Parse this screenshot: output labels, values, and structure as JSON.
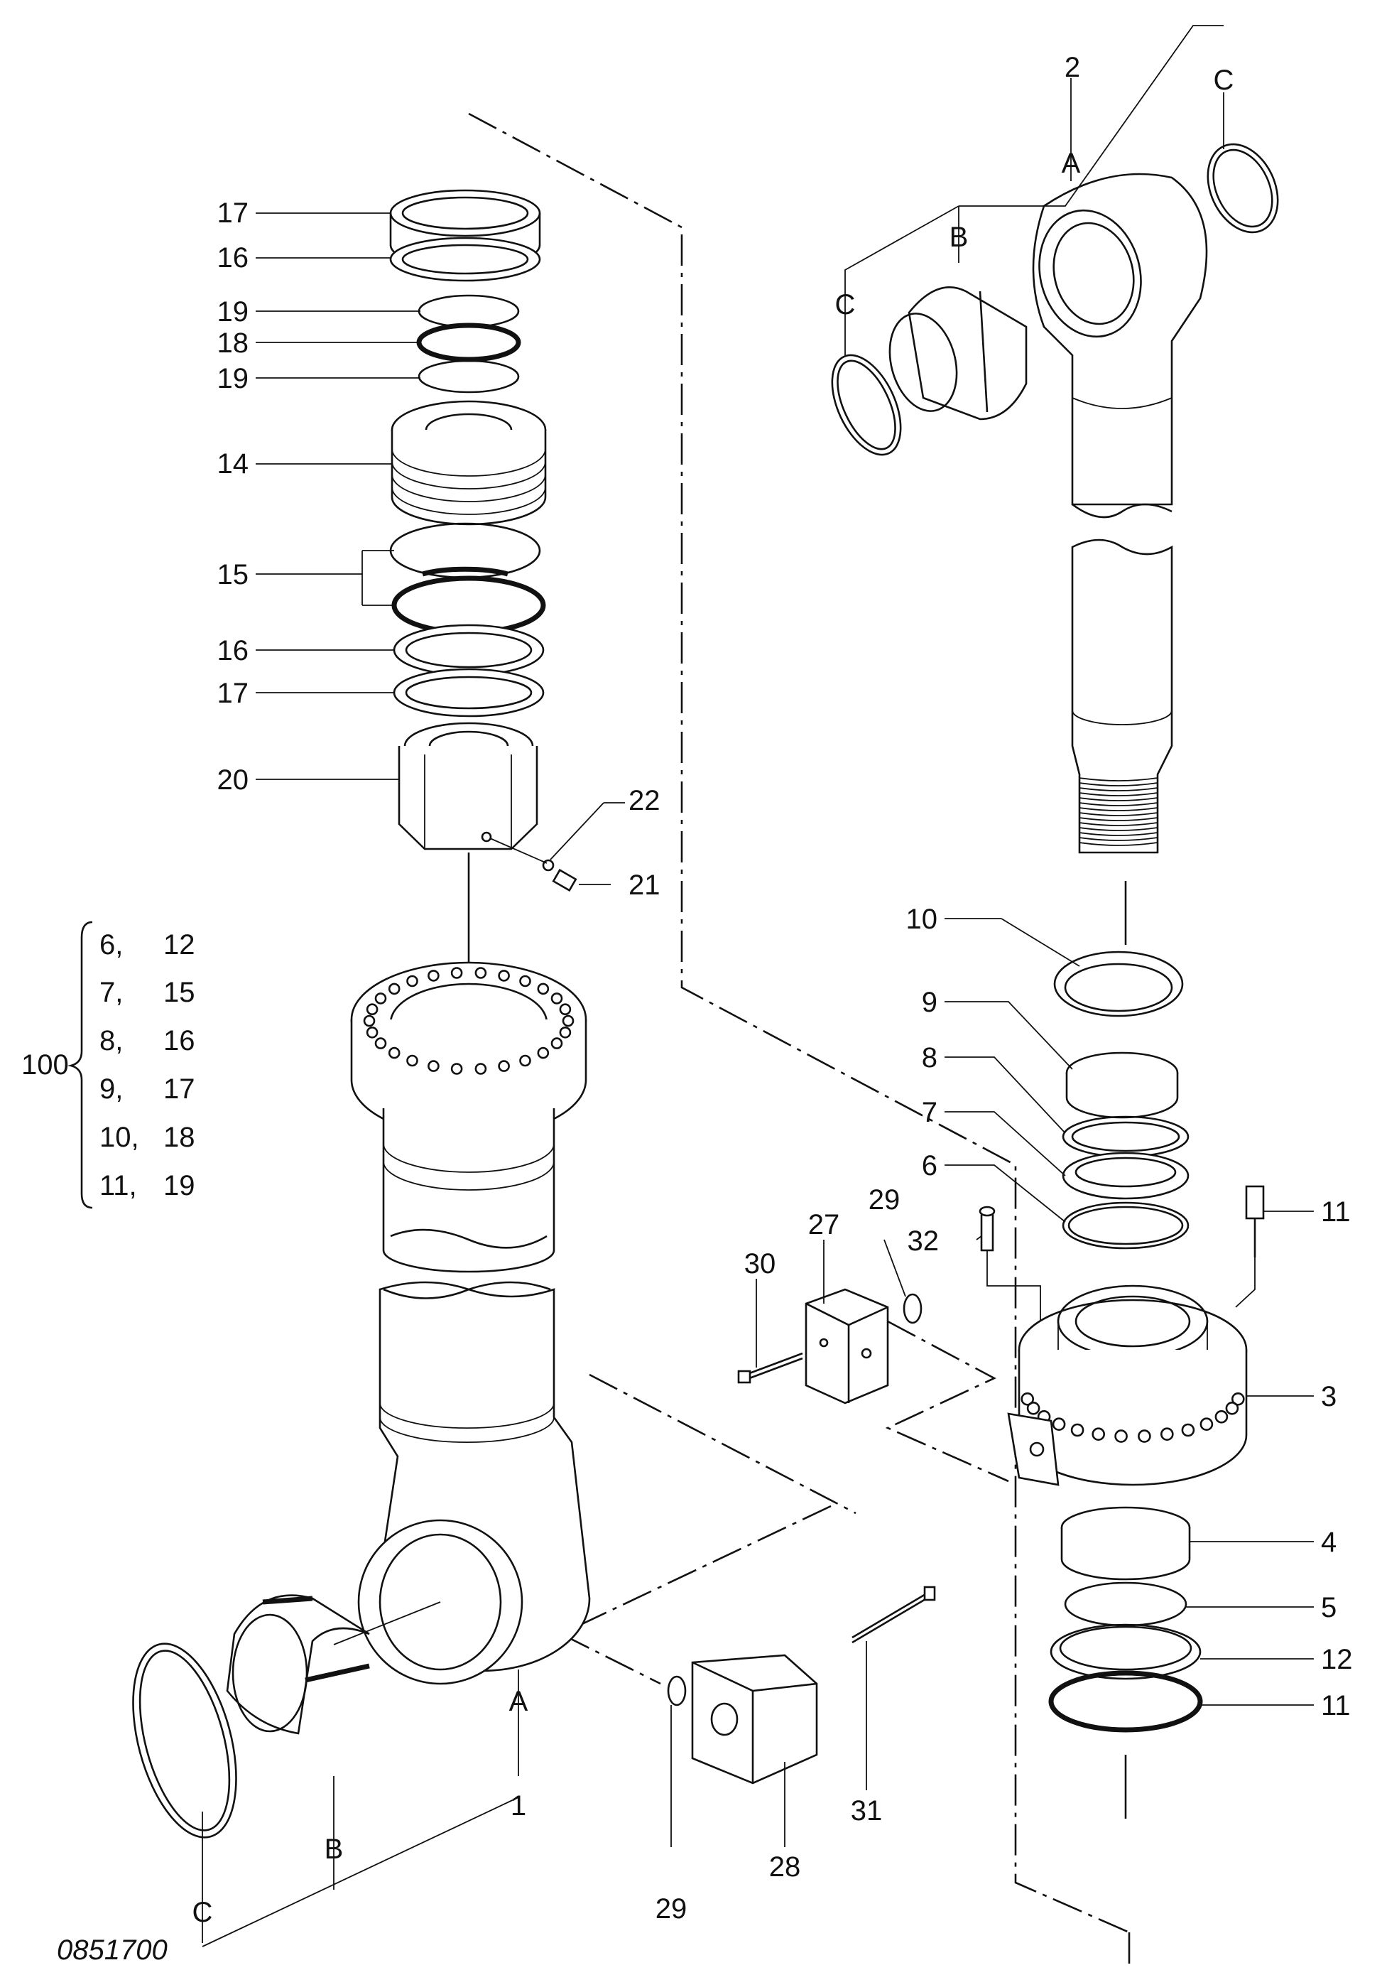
{
  "drawing": {
    "reference": "0851700",
    "callouts": {
      "c1": "1",
      "c2": "2",
      "c3": "3",
      "c4": "4",
      "c5": "5",
      "c6": "6",
      "c7": "7",
      "c8": "8",
      "c9": "9",
      "c10": "10",
      "c11a": "11",
      "c11b": "11",
      "c12": "12",
      "c14": "14",
      "c15": "15",
      "c16a": "16",
      "c16b": "16",
      "c17a": "17",
      "c17b": "17",
      "c18": "18",
      "c19a": "19",
      "c19b": "19",
      "c20": "20",
      "c21": "21",
      "c22": "22",
      "c27": "27",
      "c28": "28",
      "c29a": "29",
      "c29b": "29",
      "c30": "30",
      "c31": "31",
      "c32": "32"
    },
    "letters": {
      "a_top": "A",
      "b_top": "B",
      "c_top_left": "C",
      "c_top_right": "C",
      "a_bottom": "A",
      "b_bottom": "B",
      "c_bottom": "C"
    },
    "kit": {
      "number": "100",
      "rows": [
        {
          "left": "6,",
          "right": "12"
        },
        {
          "left": "7,",
          "right": "15"
        },
        {
          "left": "8,",
          "right": "16"
        },
        {
          "left": "9,",
          "right": "17"
        },
        {
          "left": "10,",
          "right": "18"
        },
        {
          "left": "11,",
          "right": "19"
        }
      ]
    }
  }
}
